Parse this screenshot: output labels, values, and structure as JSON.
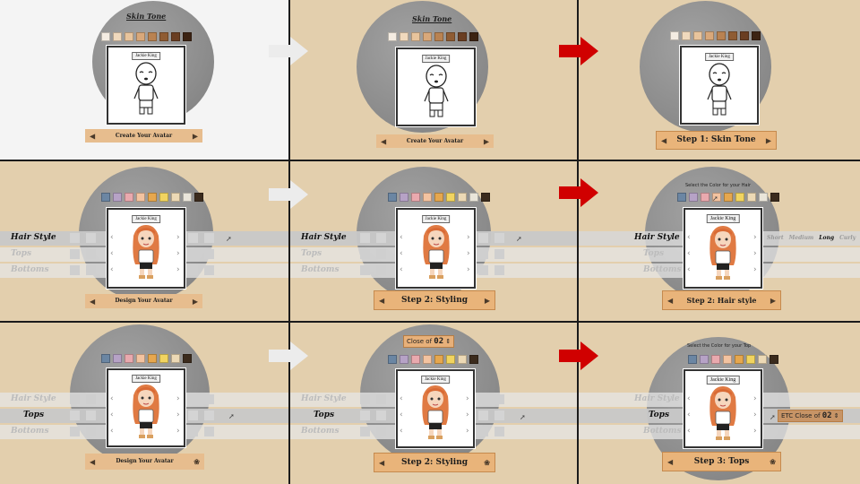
{
  "avatar_name": "Jackie King",
  "screen_title": "Skin Tone",
  "colors": {
    "skin": [
      "#f4ece2",
      "#f0d9bd",
      "#e8c49c",
      "#d9a87a",
      "#b98251",
      "#8f5c33",
      "#6a3e22",
      "#3c2313"
    ],
    "hair": [
      "#6b86a3",
      "#b6a2c6",
      "#e9a9ae",
      "#f3c3a0",
      "#e6a74e",
      "#f1d460",
      "#ecd9b5",
      "#e9e5da",
      "#3b2b1d"
    ],
    "tops": [
      "#6b86a3",
      "#b6a2c6",
      "#e9a9ae",
      "#f3c3a0",
      "#e6a74e",
      "#f1d460",
      "#ecd9b5",
      "#3b2b1d"
    ]
  },
  "labels": {
    "create_avatar": "Create Your Avatar",
    "design_avatar": "Design Your Avatar",
    "step1": "Step 1: Skin Tone",
    "step2": "Step 2: Styling",
    "step2_hair": "Step 2: Hair style",
    "step3": "Step 3: Tops",
    "hair_style": "Hair Style",
    "tops": "Tops",
    "bottoms": "Bottoms",
    "select_hair_color": "Select the Color for your Hair",
    "select_top_color": "Select the Color for your Top",
    "close_of": "Close of",
    "etc_close_of": "ETC Close of",
    "close_value": "02",
    "hair_options": [
      "Short",
      "Medium",
      "Long",
      "Curly"
    ]
  },
  "icons": {
    "arrow": "arrow-right-icon",
    "cursor": "pointer-icon",
    "badge": "rose-icon"
  }
}
